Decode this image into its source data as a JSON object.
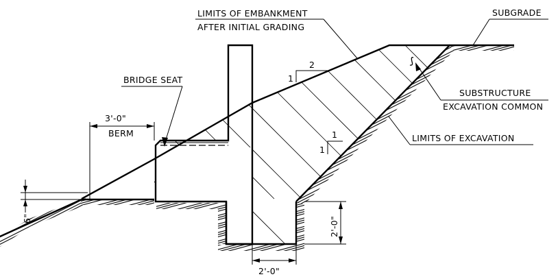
{
  "labels": {
    "embankment_line1": "LIMITS OF EMBANKMENT",
    "embankment_line2": "AFTER INITIAL GRADING",
    "subgrade": "SUBGRADE",
    "bridge_seat": "BRIDGE SEAT",
    "slope_run_upper": "2",
    "slope_rise_upper": "1",
    "berm_dim": "3'-0\"",
    "berm": "BERM",
    "substructure_line1": "SUBSTRUCTURE",
    "substructure_line2": "EXCAVATION COMMON",
    "slope_run_lower": "1",
    "slope_rise_lower": "1",
    "limits_excavation": "LIMITS OF EXCAVATION",
    "six_inch": "6\"",
    "two_ft_vertical": "2'-0\"",
    "two_ft_horizontal": "2'-0\""
  },
  "colors": {
    "ink": "#000000",
    "background": "#ffffff"
  }
}
